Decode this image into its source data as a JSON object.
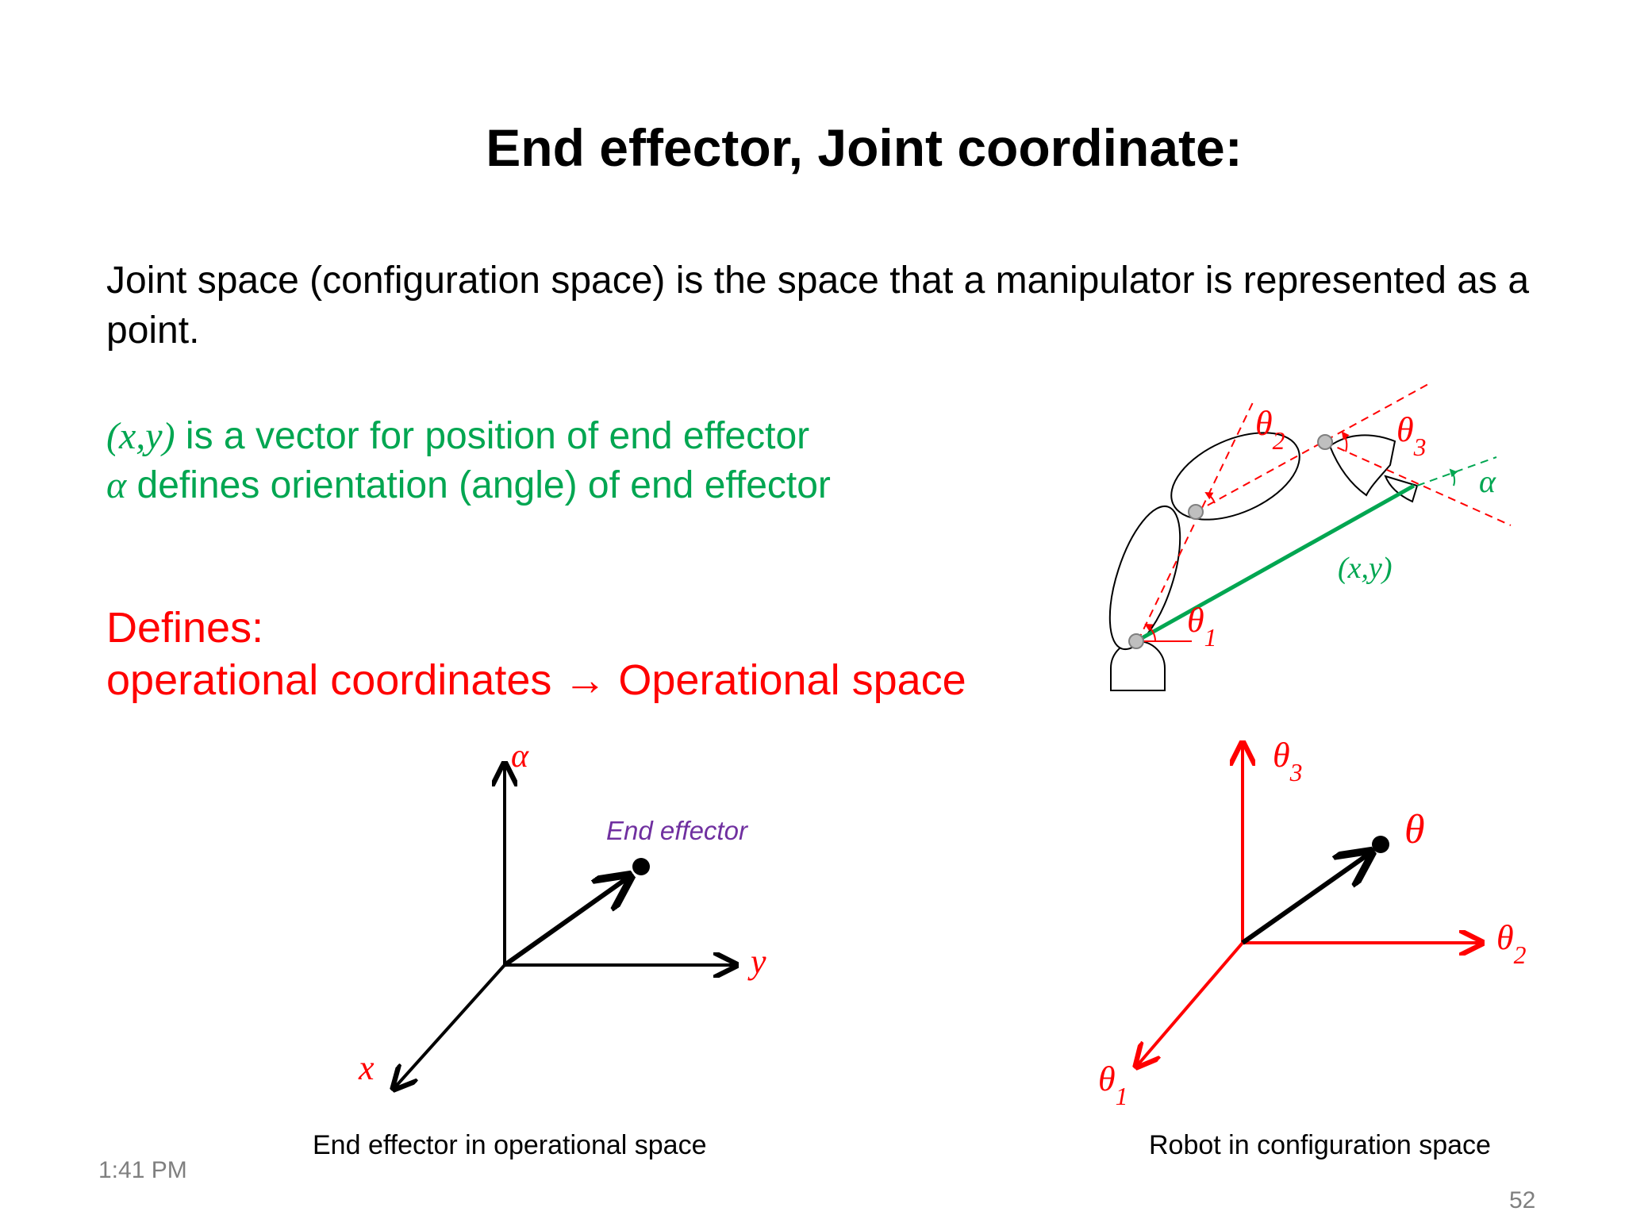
{
  "slide": {
    "title": "End effector, Joint coordinate:",
    "paragraph": "Joint space (configuration space) is the space that a manipulator is represented as a point.",
    "green_line1_symbol": "(x,y)",
    "green_line1_text": " is a vector for position of end effector",
    "green_line2_symbol": "α",
    "green_line2_text": " defines orientation (angle) of end effector",
    "red_line1": "Defines:",
    "red_line2_a": "operational coordinates ",
    "red_line2_arrow": "→",
    "red_line2_b": " Operational space",
    "time": "1:41 PM",
    "page_number": "52"
  },
  "robot_diagram": {
    "theta1": "θ1",
    "theta2": "θ2",
    "theta3": "θ3",
    "alpha": "α",
    "position_label": "(x,y)"
  },
  "operational_plot": {
    "axis_vertical": "α",
    "axis_horizontal": "y",
    "axis_diagonal": "x",
    "point_label": "End effector",
    "caption": "End effector in operational space"
  },
  "configuration_plot": {
    "axis_vertical": "θ3",
    "axis_horizontal": "θ2",
    "axis_diagonal": "θ1",
    "point_label": "θ",
    "caption": "Robot in configuration space"
  },
  "colors": {
    "green": "#00a651",
    "red": "#ff0000",
    "purple": "#7030a0"
  }
}
